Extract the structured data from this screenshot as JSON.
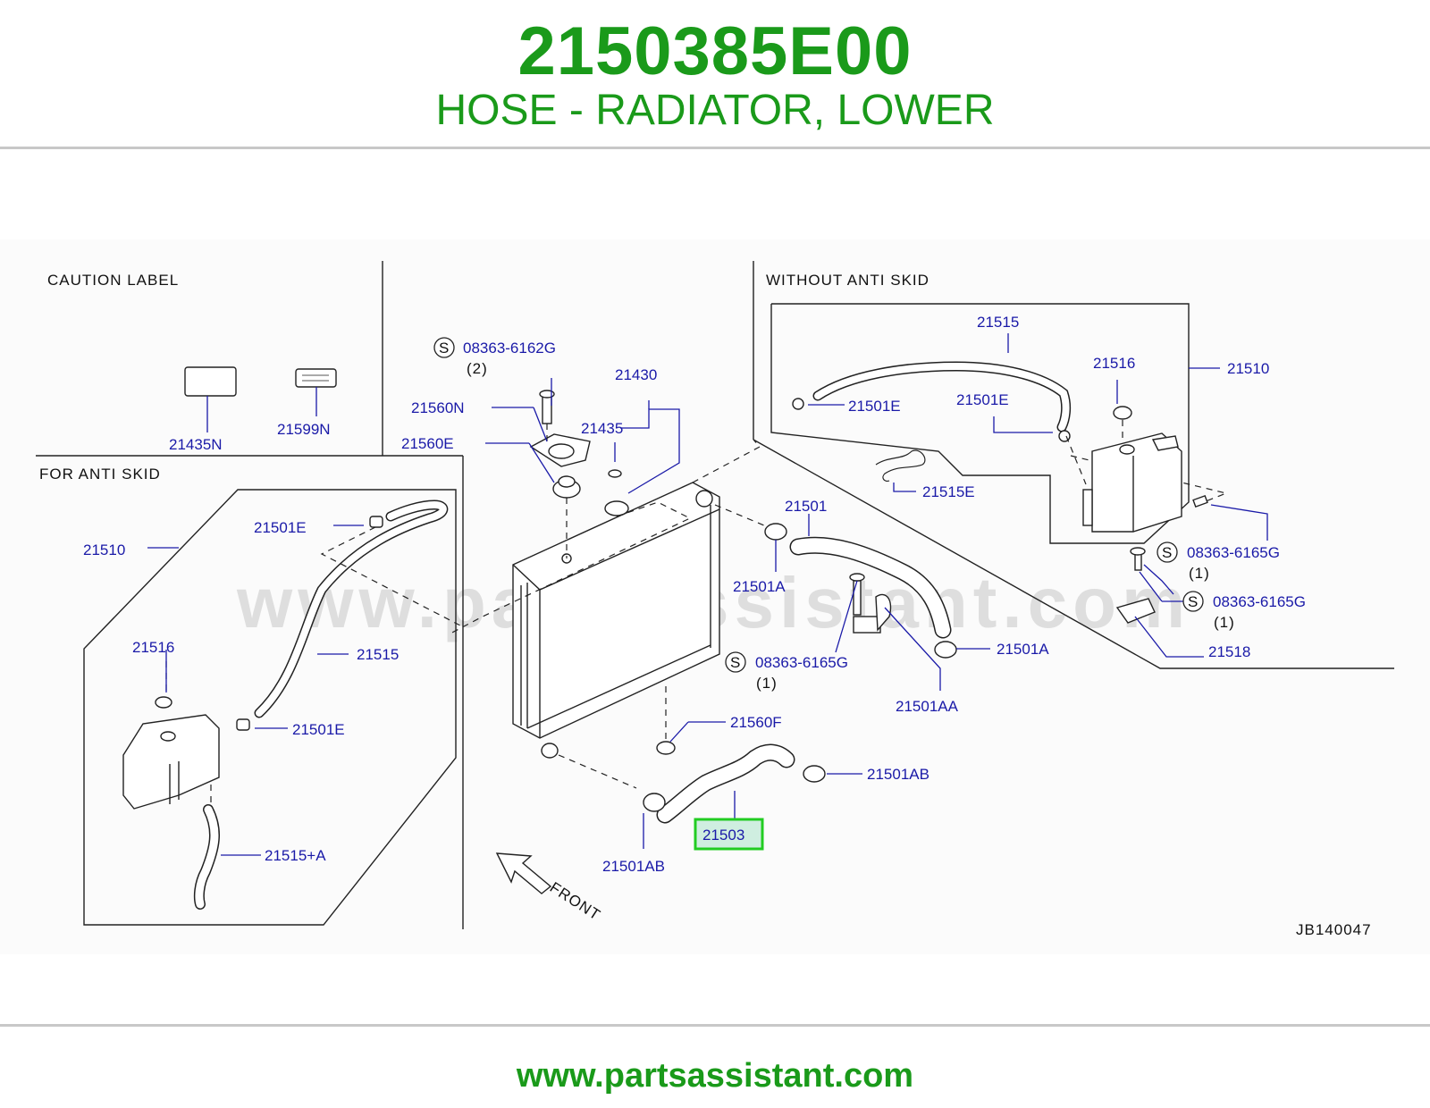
{
  "header": {
    "part_number": "2150385E00",
    "part_name": "HOSE - RADIATOR, LOWER"
  },
  "footer": {
    "url": "www.partsassistant.com"
  },
  "diagram": {
    "watermark": "www.partsassistant.com",
    "sections": {
      "caution_label": "CAUTION  LABEL",
      "for_anti_skid": "FOR  ANTI  SKID",
      "without_anti_skid": "WITHOUT  ANTI  SKID"
    },
    "s_symbol": "S",
    "front_label": "FRONT",
    "drawing_id": "JB140047",
    "highlighted_part": "21503",
    "labels": {
      "p21435N": "21435N",
      "p21599N": "21599N",
      "p21510_left": "21510",
      "p21501E_left_top": "21501E",
      "p21516_left": "21516",
      "p21515_left": "21515",
      "p21501E_left_bottom": "21501E",
      "p21515A": "21515+A",
      "p08363_6162G": "08363-6162G",
      "q2": "(2)",
      "p21560N": "21560N",
      "p21560E": "21560E",
      "p21430": "21430",
      "p21435": "21435",
      "p21501": "21501",
      "p21501A_left": "21501A",
      "p08363_6165G_mid": "08363-6165G",
      "q1_mid": "(1)",
      "p21501AA": "21501AA",
      "p21501A_right": "21501A",
      "p21560F": "21560F",
      "p21501AB_right": "21501AB",
      "p21501AB_left": "21501AB",
      "p21515_right": "21515",
      "p21501E_right_a": "21501E",
      "p21501E_right_b": "21501E",
      "p21516_right": "21516",
      "p21510_right": "21510",
      "p21515E": "21515E",
      "p08363_6165G_r1": "08363-6165G",
      "q1_r1": "(1)",
      "p08363_6165G_r2": "08363-6165G",
      "q1_r2": "(1)",
      "p21518": "21518"
    }
  }
}
